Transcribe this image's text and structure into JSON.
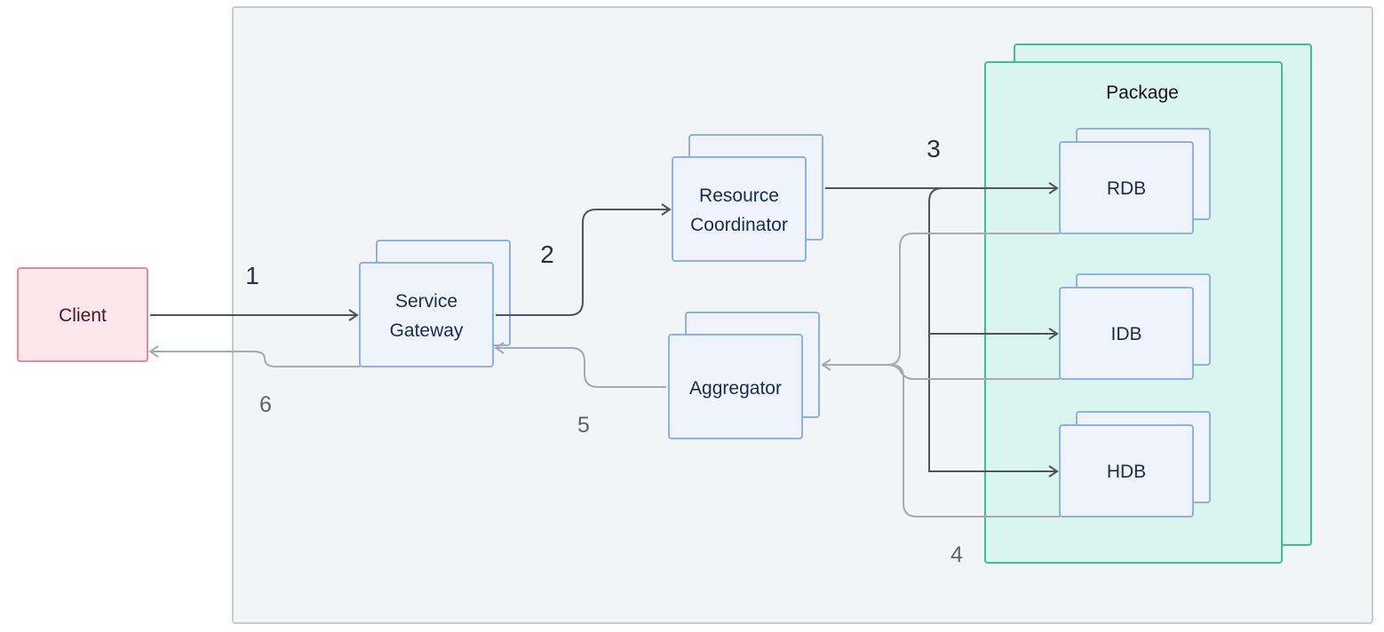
{
  "colors": {
    "boundary_fill": "#f3f4f6",
    "boundary_stroke": "#c9cbd1",
    "client_fill": "#fce8ec",
    "client_stroke": "#e8899a",
    "service_fill": "#eff4fc",
    "service_stroke": "#8fb0e3",
    "package_fill": "#d9f5ee",
    "package_stroke": "#3cbf94",
    "request_arrow": "#4e535d",
    "response_arrow": "#a6a8b3"
  },
  "nodes": {
    "client": {
      "label": "Client"
    },
    "gateway": {
      "line1": "Service",
      "line2": "Gateway"
    },
    "coordinator": {
      "line1": "Resource",
      "line2": "Coordinator"
    },
    "aggregator": {
      "label": "Aggregator"
    },
    "package": {
      "label": "Package"
    },
    "rdb": {
      "label": "RDB"
    },
    "idb": {
      "label": "IDB"
    },
    "hdb": {
      "label": "HDB"
    }
  },
  "steps": {
    "s1": "1",
    "s2": "2",
    "s3": "3",
    "s4": "4",
    "s5": "5",
    "s6": "6"
  }
}
